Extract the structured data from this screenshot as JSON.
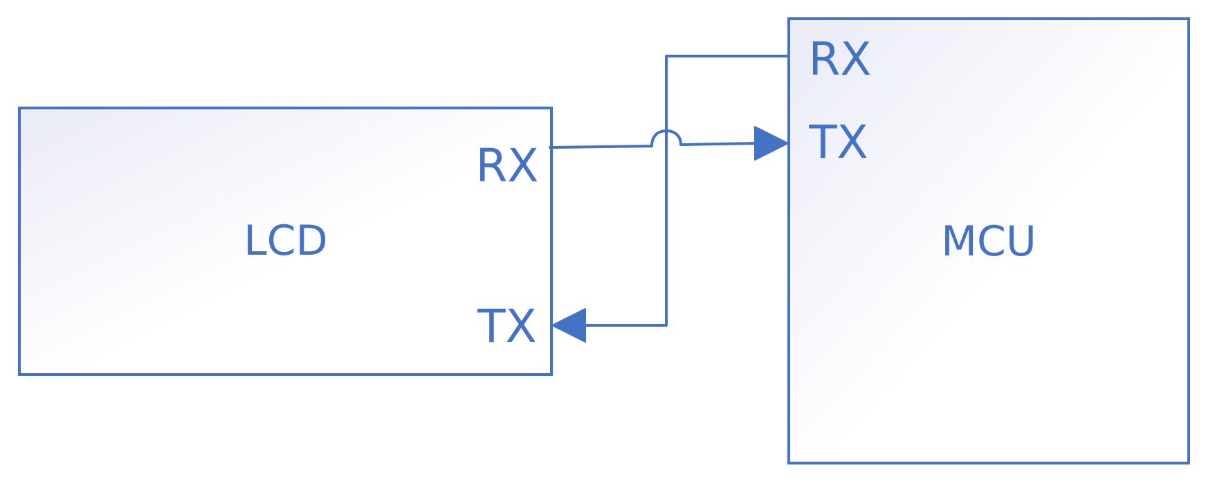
{
  "lcd": {
    "name": "LCD",
    "rx_label": "RX",
    "tx_label": "TX"
  },
  "mcu": {
    "name": "MCU",
    "rx_label": "RX",
    "tx_label": "TX"
  },
  "colors": {
    "line": "#4472c4",
    "fill_tint": "#e9ebf6",
    "fill_base": "#ffffff"
  }
}
